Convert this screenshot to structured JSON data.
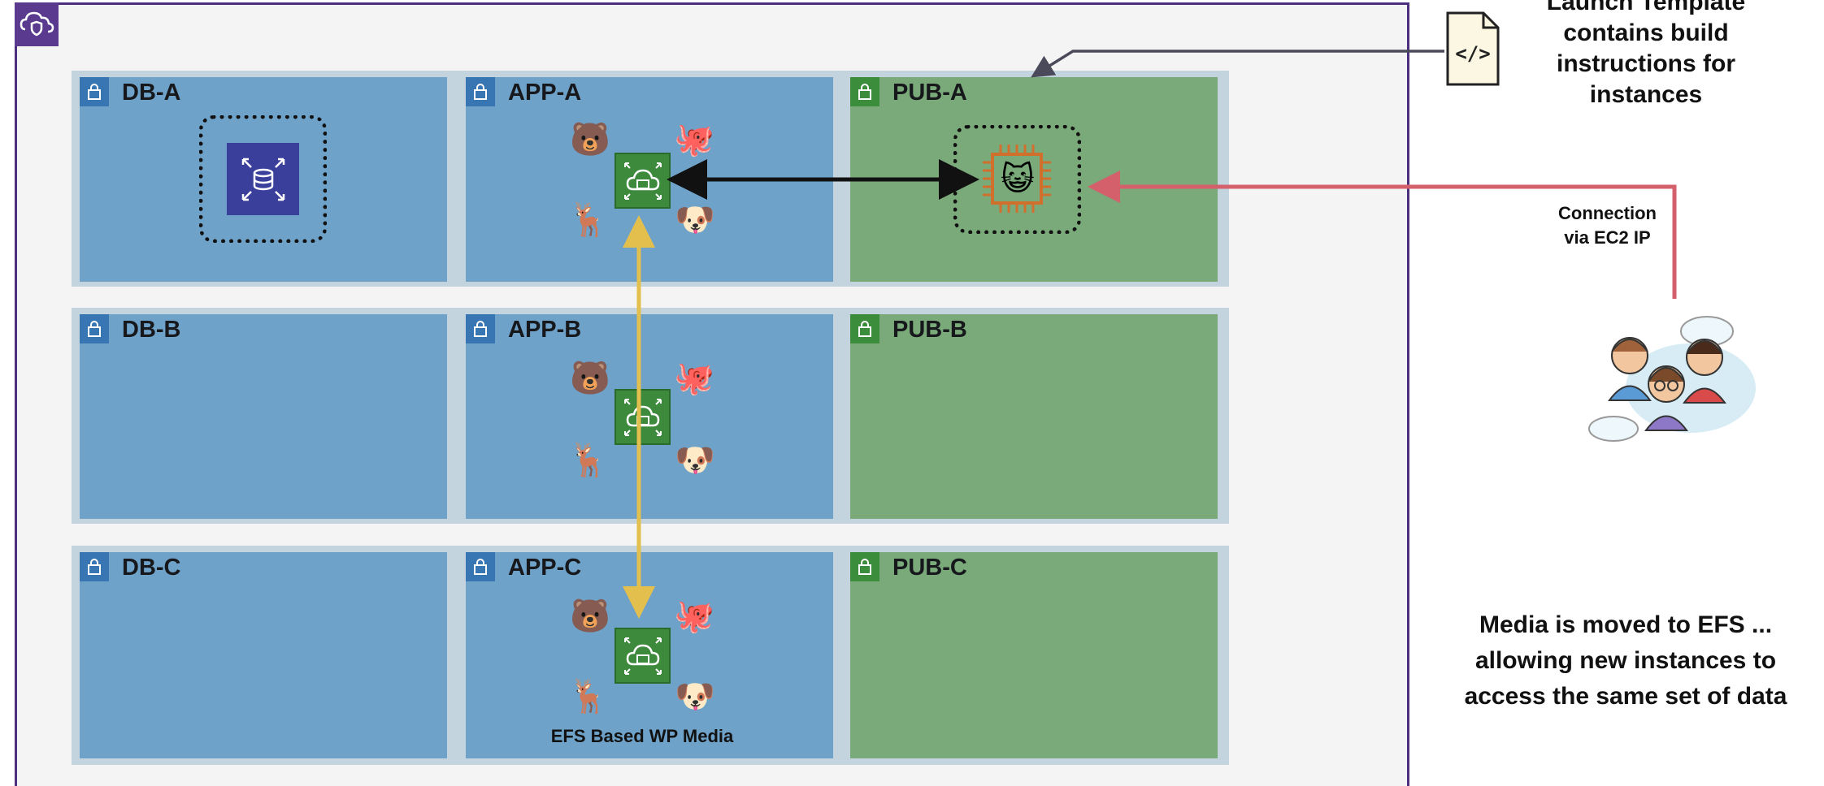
{
  "subnets": {
    "db_a": "DB-A",
    "app_a": "APP-A",
    "pub_a": "PUB-A",
    "db_b": "DB-B",
    "app_b": "APP-B",
    "pub_b": "PUB-B",
    "db_c": "DB-C",
    "app_c": "APP-C",
    "pub_c": "PUB-C"
  },
  "pets": {
    "bear": "🐻",
    "octopus": "🐙",
    "deer": "🦌",
    "gremlin": "🐶",
    "cat": "😺"
  },
  "annotations": {
    "launch_template": [
      "Launch Template",
      "contains build",
      "instructions for",
      "instances"
    ],
    "connection": [
      "Connection",
      "via EC2 IP"
    ],
    "efs_label": "EFS Based WP Media",
    "media_note": [
      "Media is moved to EFS ...",
      "allowing new instances to",
      "access the same set of data"
    ]
  },
  "icons": {
    "vpc": "vpc-shield-icon",
    "rds": "rds-database-icon",
    "asg": "auto-scaling-group-icon",
    "ec2": "ec2-instance-chip-icon",
    "template": "code-file-icon",
    "users": "users-group-icon"
  },
  "colors": {
    "vpc_border": "#4d2f7f",
    "private_subnet": "#6fa2c9",
    "public_subnet": "#7aaa7a",
    "efs_arrow": "#e3bf4e",
    "connection_arrow": "#d4606b",
    "template_arrow": "#4a4a5a",
    "ec2_orange": "#d0702c"
  }
}
